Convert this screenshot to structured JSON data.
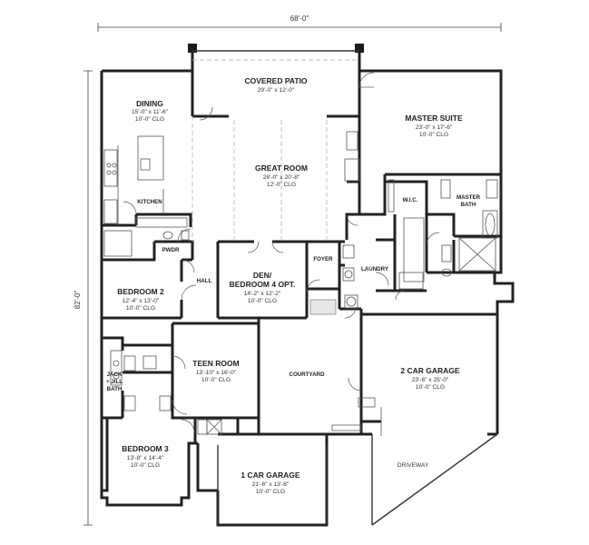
{
  "dimensions": {
    "overall_width": "68'-0\"",
    "overall_depth": "82'-0\""
  },
  "rooms": {
    "covered_patio": {
      "name": "COVERED PATIO",
      "size": "29'-0\" x 12'-0\""
    },
    "dining": {
      "name": "DINING",
      "size": "15'-0\" x 11'-6\"",
      "ceiling": "10'-0\" CLG"
    },
    "kitchen": {
      "name": "KITCHEN"
    },
    "great_room": {
      "name": "GREAT ROOM",
      "size": "28'-0\" x 20'-8\"",
      "ceiling": "12'-0\" CLG"
    },
    "master_suite": {
      "name": "MASTER SUITE",
      "size": "23'-0\" x 17'-6\"",
      "ceiling": "10'-0\" CLG"
    },
    "wic": {
      "name": "W.I.C."
    },
    "master_bath": {
      "line1": "MASTER",
      "line2": "BATH"
    },
    "pwdr": {
      "name": "PWDR"
    },
    "hall": {
      "name": "HALL"
    },
    "den": {
      "line1": "DEN/",
      "line2": "BEDROOM 4 OPT.",
      "size": "14'-2\" x 12'-2\"",
      "ceiling": "10'-0\" CLG"
    },
    "foyer": {
      "name": "FOYER"
    },
    "laundry": {
      "name": "LAUNDRY"
    },
    "bedroom2": {
      "name": "BEDROOM 2",
      "size": "12'-4\" x 13'-0\"",
      "ceiling": "10'-0\" CLG"
    },
    "teen_room": {
      "name": "TEEN ROOM",
      "size": "13'-10\" x 16'-0\"",
      "ceiling": "10'-0\" CLG"
    },
    "courtyard": {
      "name": "COURTYARD"
    },
    "garage2": {
      "name": "2 CAR GARAGE",
      "size": "23'-6\" x 25'-0\"",
      "ceiling": "10'-0\" CLG"
    },
    "jack_jill": {
      "line1": "JACK",
      "line2": "+ JILL",
      "line3": "BATH"
    },
    "bedroom3": {
      "name": "BEDROOM 3",
      "size": "13'-8\" x 14'-4\"",
      "ceiling": "10'-0\" CLG"
    },
    "garage1": {
      "name": "1 CAR GARAGE",
      "size": "21'-6\" x 13'-6\"",
      "ceiling": "10'-0\" CLG"
    },
    "driveway": {
      "name": "DRIVEWAY"
    }
  }
}
